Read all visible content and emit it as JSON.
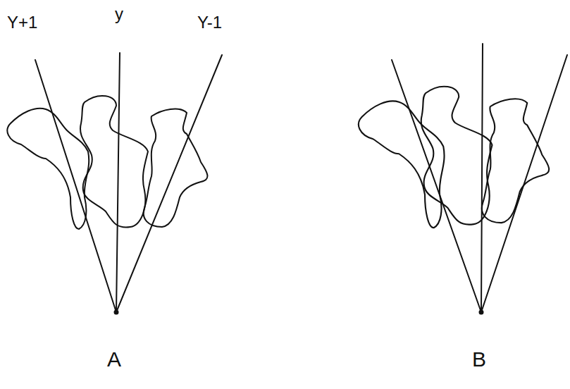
{
  "diagram": {
    "labels": [
      "Y+1",
      "y",
      "Y-1",
      "A",
      "B"
    ]
  }
}
